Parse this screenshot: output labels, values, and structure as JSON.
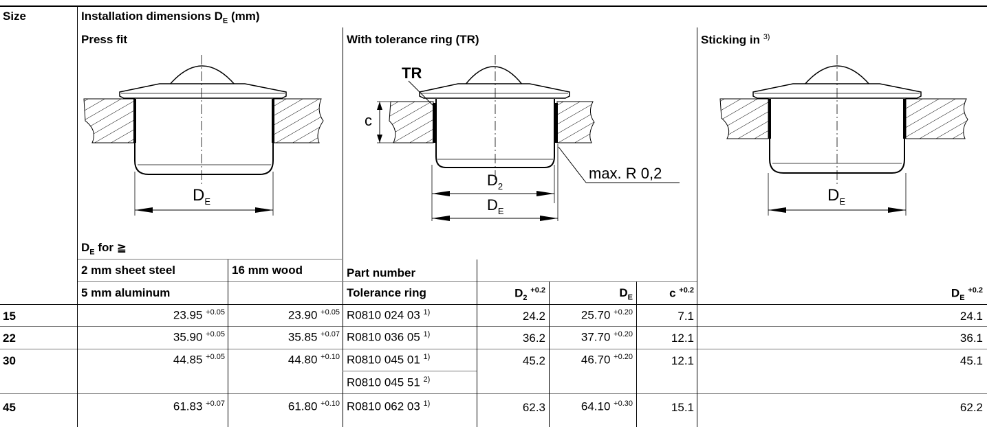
{
  "header": {
    "size": "Size",
    "installation": "Installation dimensions D",
    "installation_sub": "E",
    "installation_unit": " (mm)",
    "press_fit": "Press fit",
    "tolerance_ring": "With tolerance ring (TR)",
    "sticking_in": "Sticking in ",
    "sticking_in_note": "3)",
    "de_for": "D",
    "de_for_sub": "E",
    "de_for_rest": " for ≧",
    "col_sheet": "2 mm sheet steel",
    "col_aluminum": "5 mm aluminum",
    "col_wood": "16 mm wood",
    "col_part": "Part number",
    "col_tolring": "Tolerance ring",
    "col_d2": "D",
    "col_d2_sub": "2",
    "col_d2_tol": "+0.2",
    "col_de": "D",
    "col_de_sub": "E",
    "col_c": "c",
    "col_c_tol": "+0.2",
    "col_stick_de": "D",
    "col_stick_de_sub": "E",
    "col_stick_tol": "+0.2"
  },
  "diagrams": {
    "press_fit_label": "D",
    "press_fit_sub": "E",
    "tr_label": "TR",
    "tr_c": "c",
    "tr_d2": "D",
    "tr_d2_sub": "2",
    "tr_de": "D",
    "tr_de_sub": "E",
    "tr_radius": "max. R 0,2",
    "stick_label": "D",
    "stick_sub": "E"
  },
  "rows": [
    {
      "size": "15",
      "sheet": "23.95",
      "sheet_tol": "+0.05",
      "wood": "23.90",
      "wood_tol": "+0.05",
      "part": "R0810 024 03 ",
      "part_note": "1)",
      "d2": "24.2",
      "de": "25.70",
      "de_tol": "+0.20",
      "c": "7.1",
      "stick": "24.1"
    },
    {
      "size": "22",
      "sheet": "35.90",
      "sheet_tol": "+0.05",
      "wood": "35.85",
      "wood_tol": "+0.07",
      "part": "R0810 036 05 ",
      "part_note": "1)",
      "d2": "36.2",
      "de": "37.70",
      "de_tol": "+0.20",
      "c": "12.1",
      "stick": "36.1"
    },
    {
      "size": "30",
      "sheet": "44.85",
      "sheet_tol": "+0.05",
      "wood": "44.80",
      "wood_tol": "+0.10",
      "part": "R0810 045 01 ",
      "part_note": "1)",
      "d2": "45.2",
      "de": "46.70",
      "de_tol": "+0.20",
      "c": "12.1",
      "stick": "45.1"
    },
    {
      "part2": "R0810 045 51 ",
      "part2_note": "2)"
    },
    {
      "size": "45",
      "sheet": "61.83",
      "sheet_tol": "+0.07",
      "wood": "61.80",
      "wood_tol": "+0.10",
      "part": "R0810 062 03 ",
      "part_note": "1)",
      "d2": "62.3",
      "de": "64.10",
      "de_tol": "+0.30",
      "c": "15.1",
      "stick": "62.2"
    }
  ]
}
